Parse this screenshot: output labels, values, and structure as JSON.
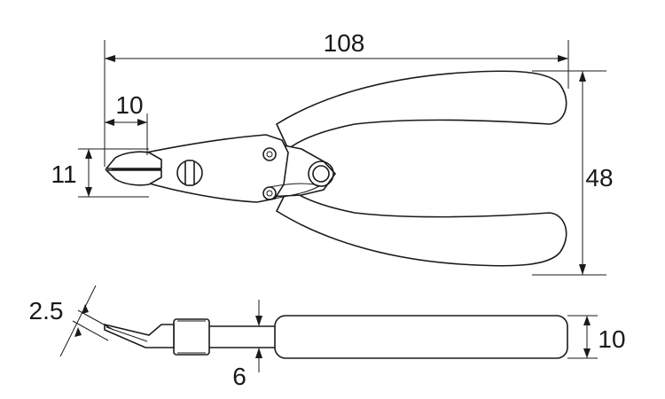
{
  "dimensions": {
    "overall_length": "108",
    "jaw_length": "10",
    "jaw_width": "11",
    "handle_span": "48",
    "tip_thickness": "2.5",
    "joint_thickness": "6",
    "handle_thickness": "10"
  },
  "colors": {
    "line": "#1a1a1a",
    "background": "#ffffff"
  }
}
